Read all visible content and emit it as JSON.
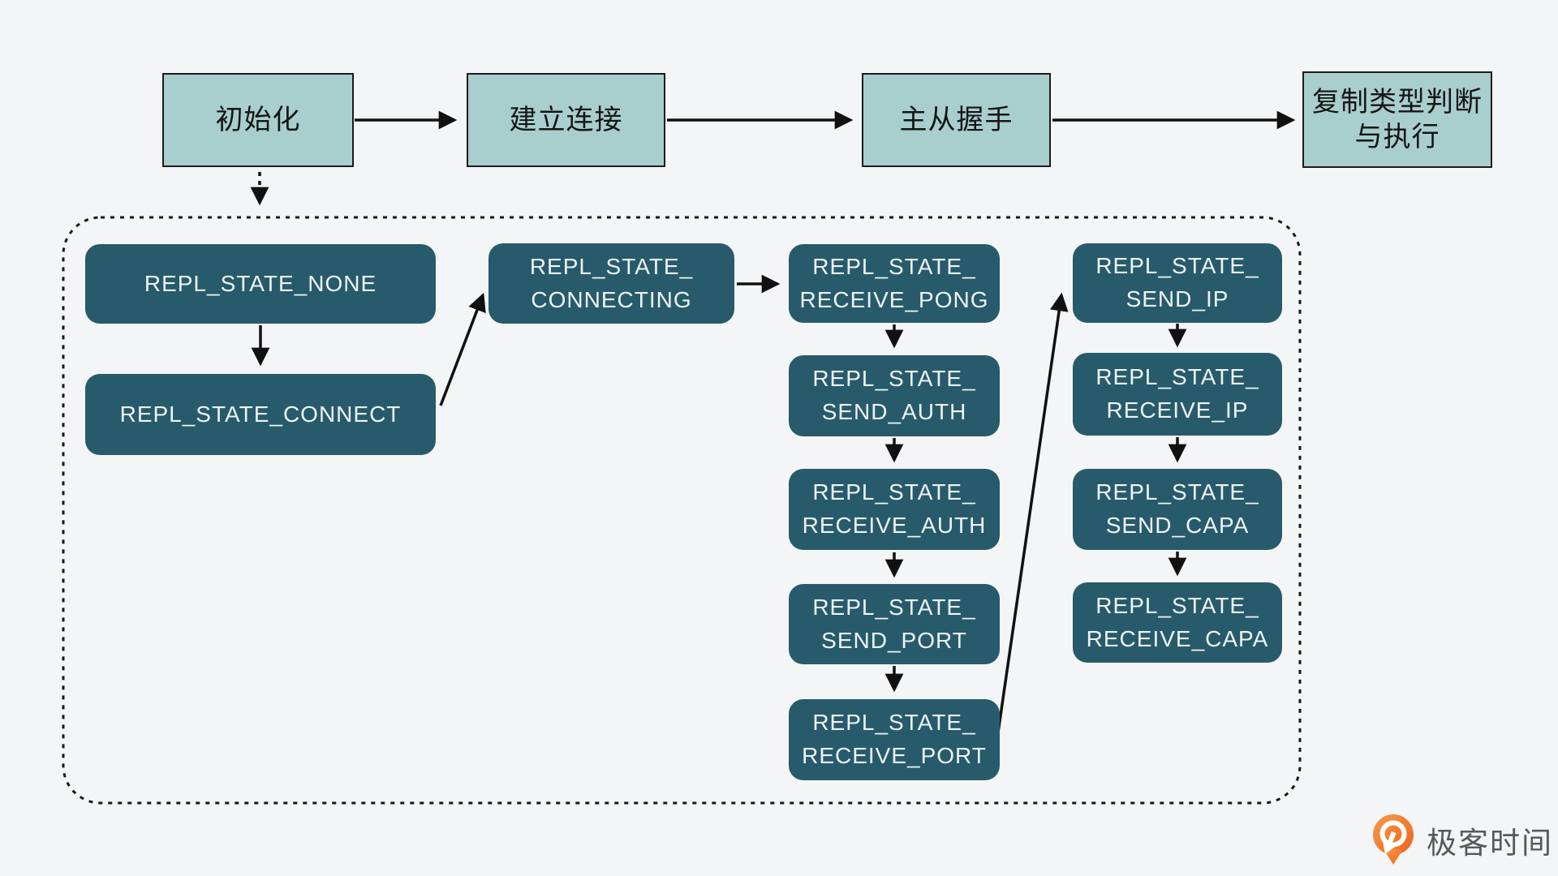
{
  "top_flow": {
    "steps": [
      {
        "id": "init",
        "label": "初始化"
      },
      {
        "id": "establish-connection",
        "label": "建立连接"
      },
      {
        "id": "master-slave-handshake",
        "label": "主从握手"
      },
      {
        "id": "replication-type-exec",
        "label": "复制类型判断\n与执行"
      }
    ]
  },
  "state_machine": {
    "nodes": [
      {
        "id": "none",
        "label": "REPL_STATE_NONE"
      },
      {
        "id": "connect",
        "label": "REPL_STATE_CONNECT"
      },
      {
        "id": "connecting",
        "label": "REPL_STATE_\nCONNECTING"
      },
      {
        "id": "receive-pong",
        "label": "REPL_STATE_\nRECEIVE_PONG"
      },
      {
        "id": "send-auth",
        "label": "REPL_STATE_\nSEND_AUTH"
      },
      {
        "id": "receive-auth",
        "label": "REPL_STATE_\nRECEIVE_AUTH"
      },
      {
        "id": "send-port",
        "label": "REPL_STATE_\nSEND_PORT"
      },
      {
        "id": "receive-port",
        "label": "REPL_STATE_\nRECEIVE_PORT"
      },
      {
        "id": "send-ip",
        "label": "REPL_STATE_\nSEND_IP"
      },
      {
        "id": "receive-ip",
        "label": "REPL_STATE_\nRECEIVE_IP"
      },
      {
        "id": "send-capa",
        "label": "REPL_STATE_\nSEND_CAPA"
      },
      {
        "id": "receive-capa",
        "label": "REPL_STATE_\nRECEIVE_CAPA"
      }
    ]
  },
  "branding": {
    "logo_text": "极客时间"
  },
  "colors": {
    "background": "#f4f5f6",
    "step_fill": "#a8cecd",
    "state_fill": "#275b6b",
    "state_text": "#eef3f4",
    "arrow": "#111111",
    "logo_orange": "#ee6a1f",
    "logo_text": "#58595b"
  }
}
